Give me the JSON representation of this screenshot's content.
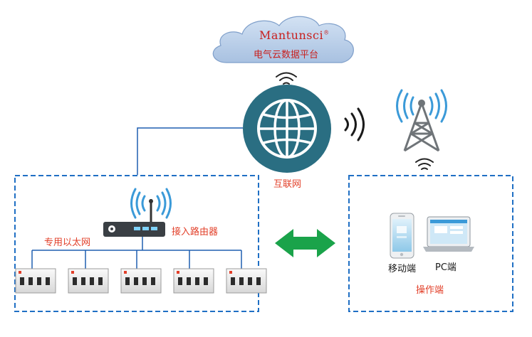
{
  "cloud": {
    "brand": "Mantunsci",
    "registered": "®",
    "platform": "电气云数据平台"
  },
  "internet_label": "互联网",
  "network": {
    "router_label": "接入路由器",
    "ethernet_label": "专用以太网"
  },
  "operator": {
    "mobile_label": "移动端",
    "pc_label": "PC端",
    "group_label": "操作端"
  },
  "colors": {
    "dashed_border": "#1f6fc4",
    "label_red": "#e2402a",
    "globe_teal": "#2a6e82",
    "arrow_green": "#1aa34a",
    "cloud_fill": "#b7cde8",
    "wifi_blue": "#3b9ad8"
  }
}
